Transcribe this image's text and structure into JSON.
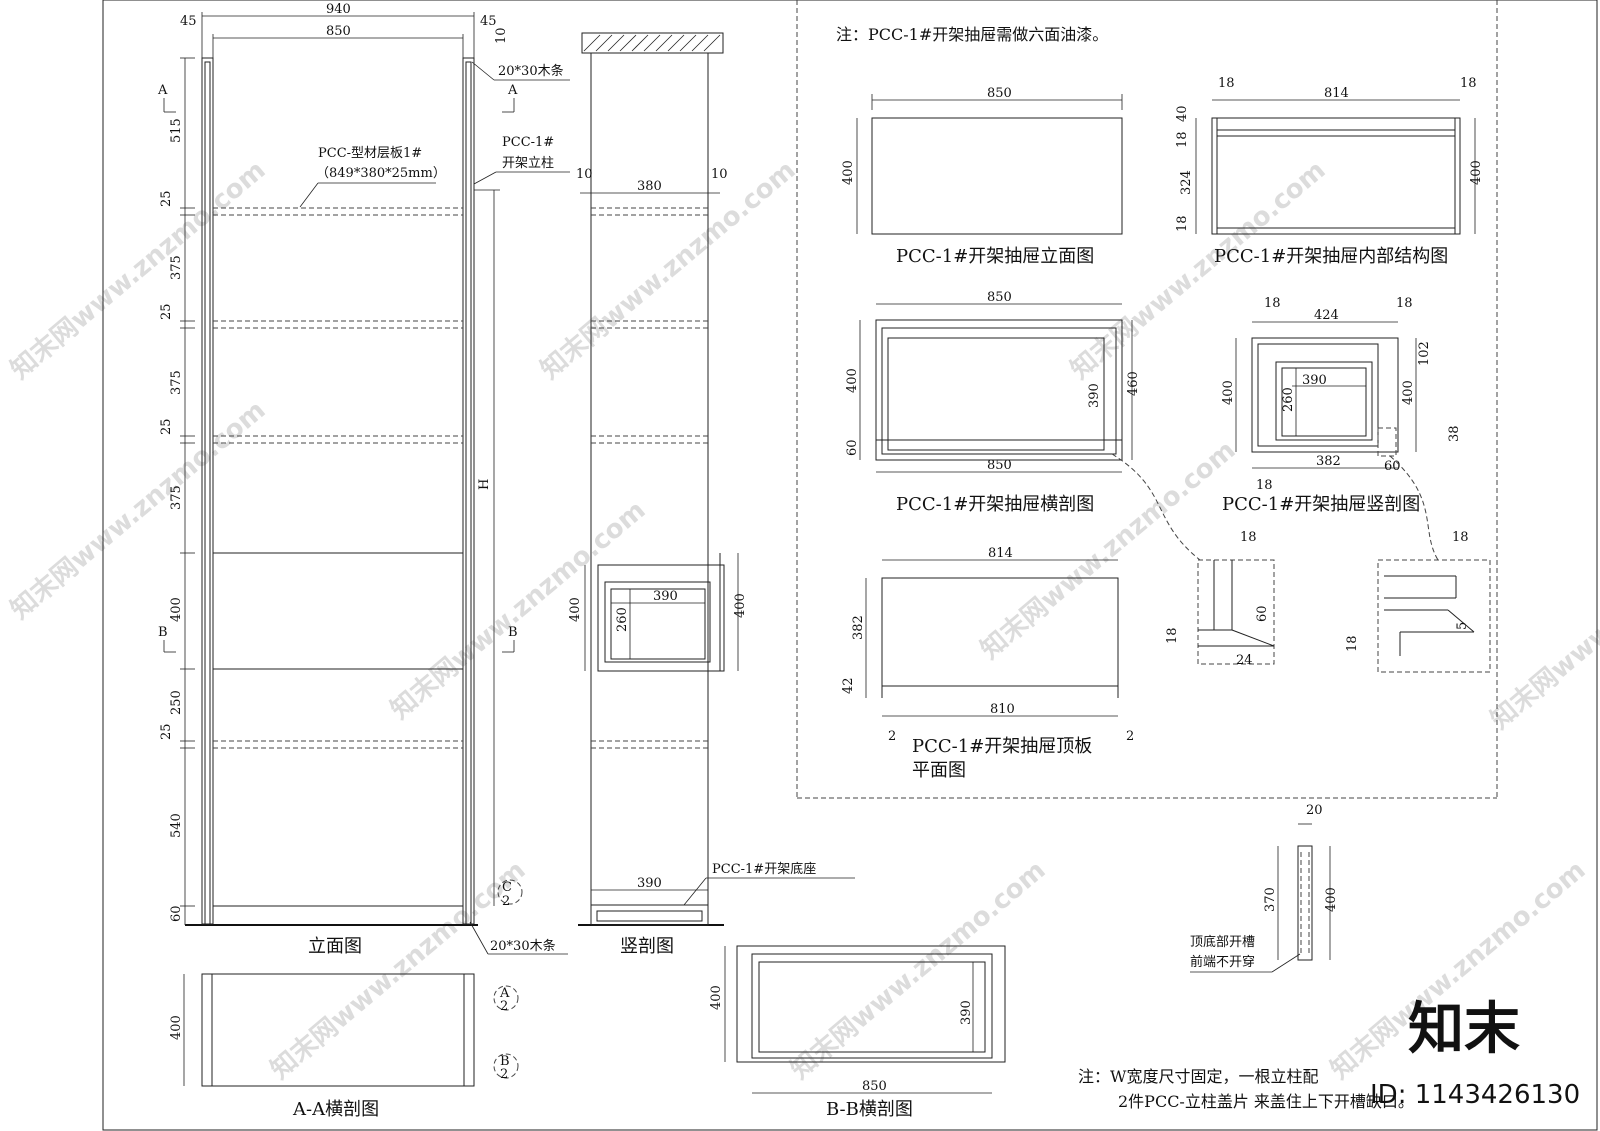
{
  "notes": {
    "top": "注：PCC-1#开架抽屉需做六面油漆。",
    "bottom_line1": "注：W宽度尺寸固定，一根立柱配",
    "bottom_line2": "2件PCC-立柱盖片 来盖住上下开槽缺口。",
    "slot_line1": "顶底部开槽",
    "slot_line2": "前端不开穿"
  },
  "views": {
    "elevation": "立面图",
    "vertical_section": "竖剖图",
    "aa_section": "A-A横剖图",
    "bb_section": "B-B横剖图",
    "drawer_elevation": "PCC-1#开架抽屉立面图",
    "drawer_internal": "PCC-1#开架抽屉内部结构图",
    "drawer_cross": "PCC-1#开架抽屉横剖图",
    "drawer_vertical": "PCC-1#开架抽屉竖剖图",
    "drawer_top_line1": "PCC-1#开架抽屉顶板",
    "drawer_top_line2": "平面图"
  },
  "callouts": {
    "shelf_board": "PCC-型材层板1#",
    "shelf_size": "（849*380*25mm）",
    "post_line1": "PCC-1#",
    "post_line2": "开架立柱",
    "wood_strip": "20*30木条",
    "base": "PCC-1#开架底座",
    "sec_a": "A",
    "sec_b": "B",
    "sec_c": "C",
    "two": "2",
    "height": "H"
  },
  "dims": {
    "d45": "45",
    "d940": "940",
    "d850": "850",
    "d10": "10",
    "d515": "515",
    "d25": "25",
    "d375": "375",
    "d400": "400",
    "d250": "250",
    "d540": "540",
    "d60": "60",
    "d380": "380",
    "d390": "390",
    "d260": "260",
    "d18": "18",
    "d814": "814",
    "d40": "40",
    "d324": "324",
    "d460": "460",
    "d424": "424",
    "d102": "102",
    "d382": "382",
    "d38": "38",
    "d810": "810",
    "d42": "42",
    "d2": "2",
    "d24": "24",
    "d5": "5",
    "d20": "20",
    "d370": "370"
  },
  "branding": {
    "logo": "知末",
    "id": "ID: 1143426130",
    "watermark": "知末网www.znzmo.com"
  }
}
